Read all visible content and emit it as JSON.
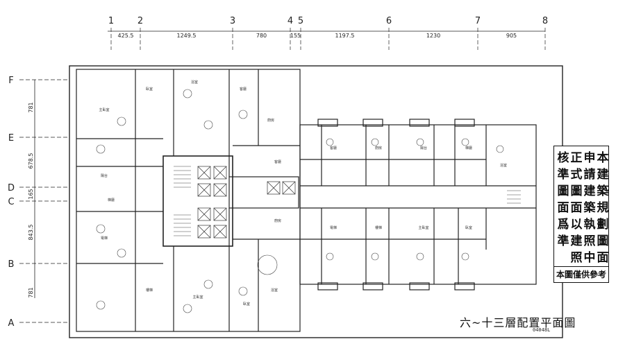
{
  "grid": {
    "columns": [
      "1",
      "2",
      "3",
      "4",
      "5",
      "6",
      "7",
      "8"
    ],
    "rows": [
      "F",
      "E",
      "D",
      "C",
      "B",
      "A"
    ],
    "top_dimensions": [
      "425.5",
      "1249.5",
      "780",
      "155",
      "1197.5",
      "1230",
      "905"
    ],
    "left_dimensions": [
      "781",
      "678.5",
      "165",
      "843.5",
      "781"
    ]
  },
  "approval_stamp": {
    "characters": [
      "核",
      "正",
      "申",
      "本",
      "準",
      "式",
      "請",
      "建",
      "圖",
      "圖",
      "建",
      "築",
      "面",
      "面",
      "築",
      "規",
      "爲",
      "以",
      "執",
      "劃",
      "準",
      "建",
      "照",
      "圖",
      "",
      "照",
      "中",
      "面"
    ],
    "note": "本圖僅供參考"
  },
  "drawing_title": "六~十三層配置平面圖",
  "drawing_number": "04048L",
  "room_labels": [
    "主臥室",
    "臥室",
    "浴室",
    "客廳",
    "廚房",
    "陽台",
    "梯廳",
    "電梯",
    "樓梯"
  ]
}
